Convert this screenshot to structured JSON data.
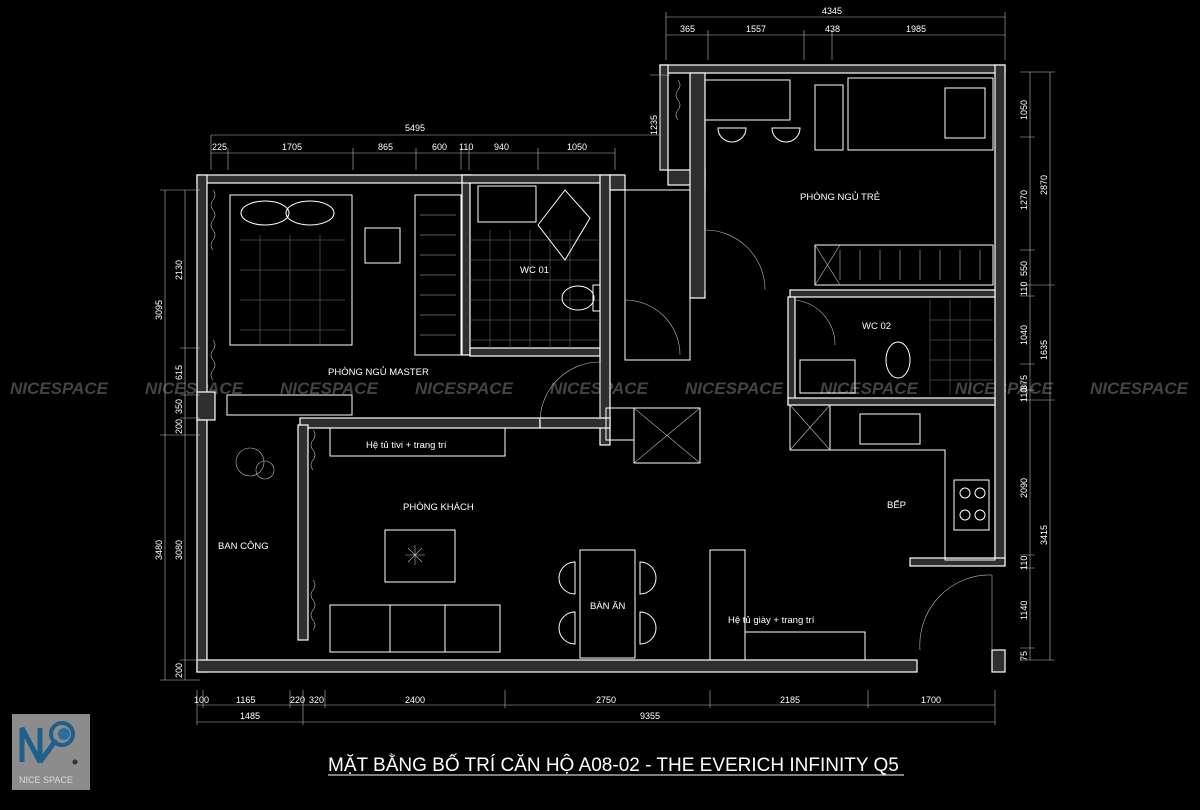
{
  "title": "MẶT BẰNG BỐ TRÍ CĂN HỘ A08-02 - THE EVERICH INFINITY Q5",
  "watermark": "NICESPACE",
  "logo": {
    "text": "NICE SPACE",
    "mark": "NP",
    "colors": {
      "bg": "#8c8c8c",
      "mark": "#1f5f8b"
    }
  },
  "rooms": {
    "master": "PHÒNG NGỦ MASTER",
    "wc01": "WC 01",
    "kids": "PHÒNG NGỦ TRẺ",
    "wc02": "WC 02",
    "tv_cabinet": "Hệ tủ tivi + trang trí",
    "living": "PHÒNG KHÁCH",
    "kitchen": "BẾP",
    "balcony": "BAN CÔNG",
    "dining": "BÀN ĂN",
    "shoe_cabinet": "Hệ tủ giày + trang trí"
  },
  "dimensions": {
    "top_left_total": "5495",
    "top_left_chain": [
      "225",
      "1705",
      "865",
      "600",
      "110",
      "940",
      "1050"
    ],
    "top_right_total": "4345",
    "top_right_chain": [
      "365",
      "1557",
      "438",
      "1985"
    ],
    "left_outer": [
      "3095",
      "3480"
    ],
    "left_inner": [
      "2130",
      "615",
      "350",
      "200",
      "3080",
      "200"
    ],
    "right_inner": [
      "1050",
      "1270",
      "550",
      "110",
      "1040",
      "375",
      "110",
      "2090",
      "110",
      "1140",
      "75"
    ],
    "right_outer": [
      "2870",
      "1635",
      "3415"
    ],
    "right_far_top": "1235",
    "bottom_chain": [
      "100",
      "1165",
      "220",
      "320",
      "2400",
      "2750",
      "2185",
      "1700"
    ],
    "bottom_total": [
      "1485",
      "9355"
    ]
  }
}
